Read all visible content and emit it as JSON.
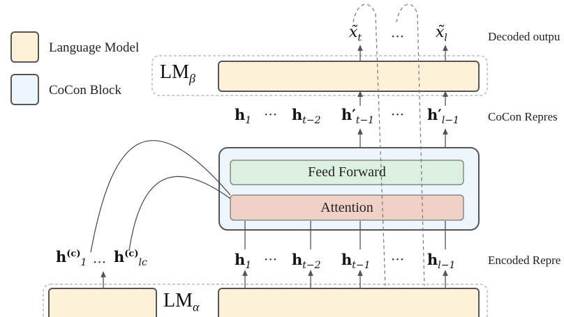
{
  "legend": {
    "items": [
      {
        "label": "Language Model",
        "color": "#fdf1d8"
      },
      {
        "label": "CoCon Block",
        "color": "#eef6fd"
      }
    ]
  },
  "blocks": {
    "lm_top": {
      "name": "LM",
      "sub": "β"
    },
    "lm_bottom": {
      "name": "LM",
      "sub": "α"
    },
    "feed_forward": "Feed Forward",
    "attention": "Attention"
  },
  "side_labels": {
    "decoded": "Decoded outpu",
    "cocon_repr": "CoCon Repres",
    "encoded_repr": "Encoded Repre"
  },
  "outputs": {
    "x_t": {
      "var": "x̃",
      "sub": "t"
    },
    "x_l": {
      "var": "x̃",
      "sub": "l"
    },
    "dots": "···"
  },
  "cocon_row": {
    "h1": {
      "var": "h",
      "sub": "1"
    },
    "ht2": {
      "var": "h",
      "sub": "t−2"
    },
    "ht1p": {
      "var": "h′",
      "sub": "t−1"
    },
    "hl1p": {
      "var": "h′",
      "sub": "l−1"
    },
    "dots": "···"
  },
  "encoded_row": {
    "h1": {
      "var": "h",
      "sub": "1"
    },
    "ht2": {
      "var": "h",
      "sub": "t−2"
    },
    "ht1": {
      "var": "h",
      "sub": "t−1"
    },
    "hl1": {
      "var": "h",
      "sub": "l−1"
    },
    "dots": "···"
  },
  "content_row": {
    "hc1": {
      "var": "h",
      "sup": "(c)",
      "sub": "1"
    },
    "hclc": {
      "var": "h",
      "sup": "(c)",
      "sub": "lc"
    },
    "dots": "···"
  },
  "colors": {
    "lm_fill": "#fdf1d8",
    "cocon_fill": "#eef6fd",
    "ff_fill": "#dcf0e0",
    "att_fill": "#f1d1c6",
    "stroke": "#555555"
  }
}
